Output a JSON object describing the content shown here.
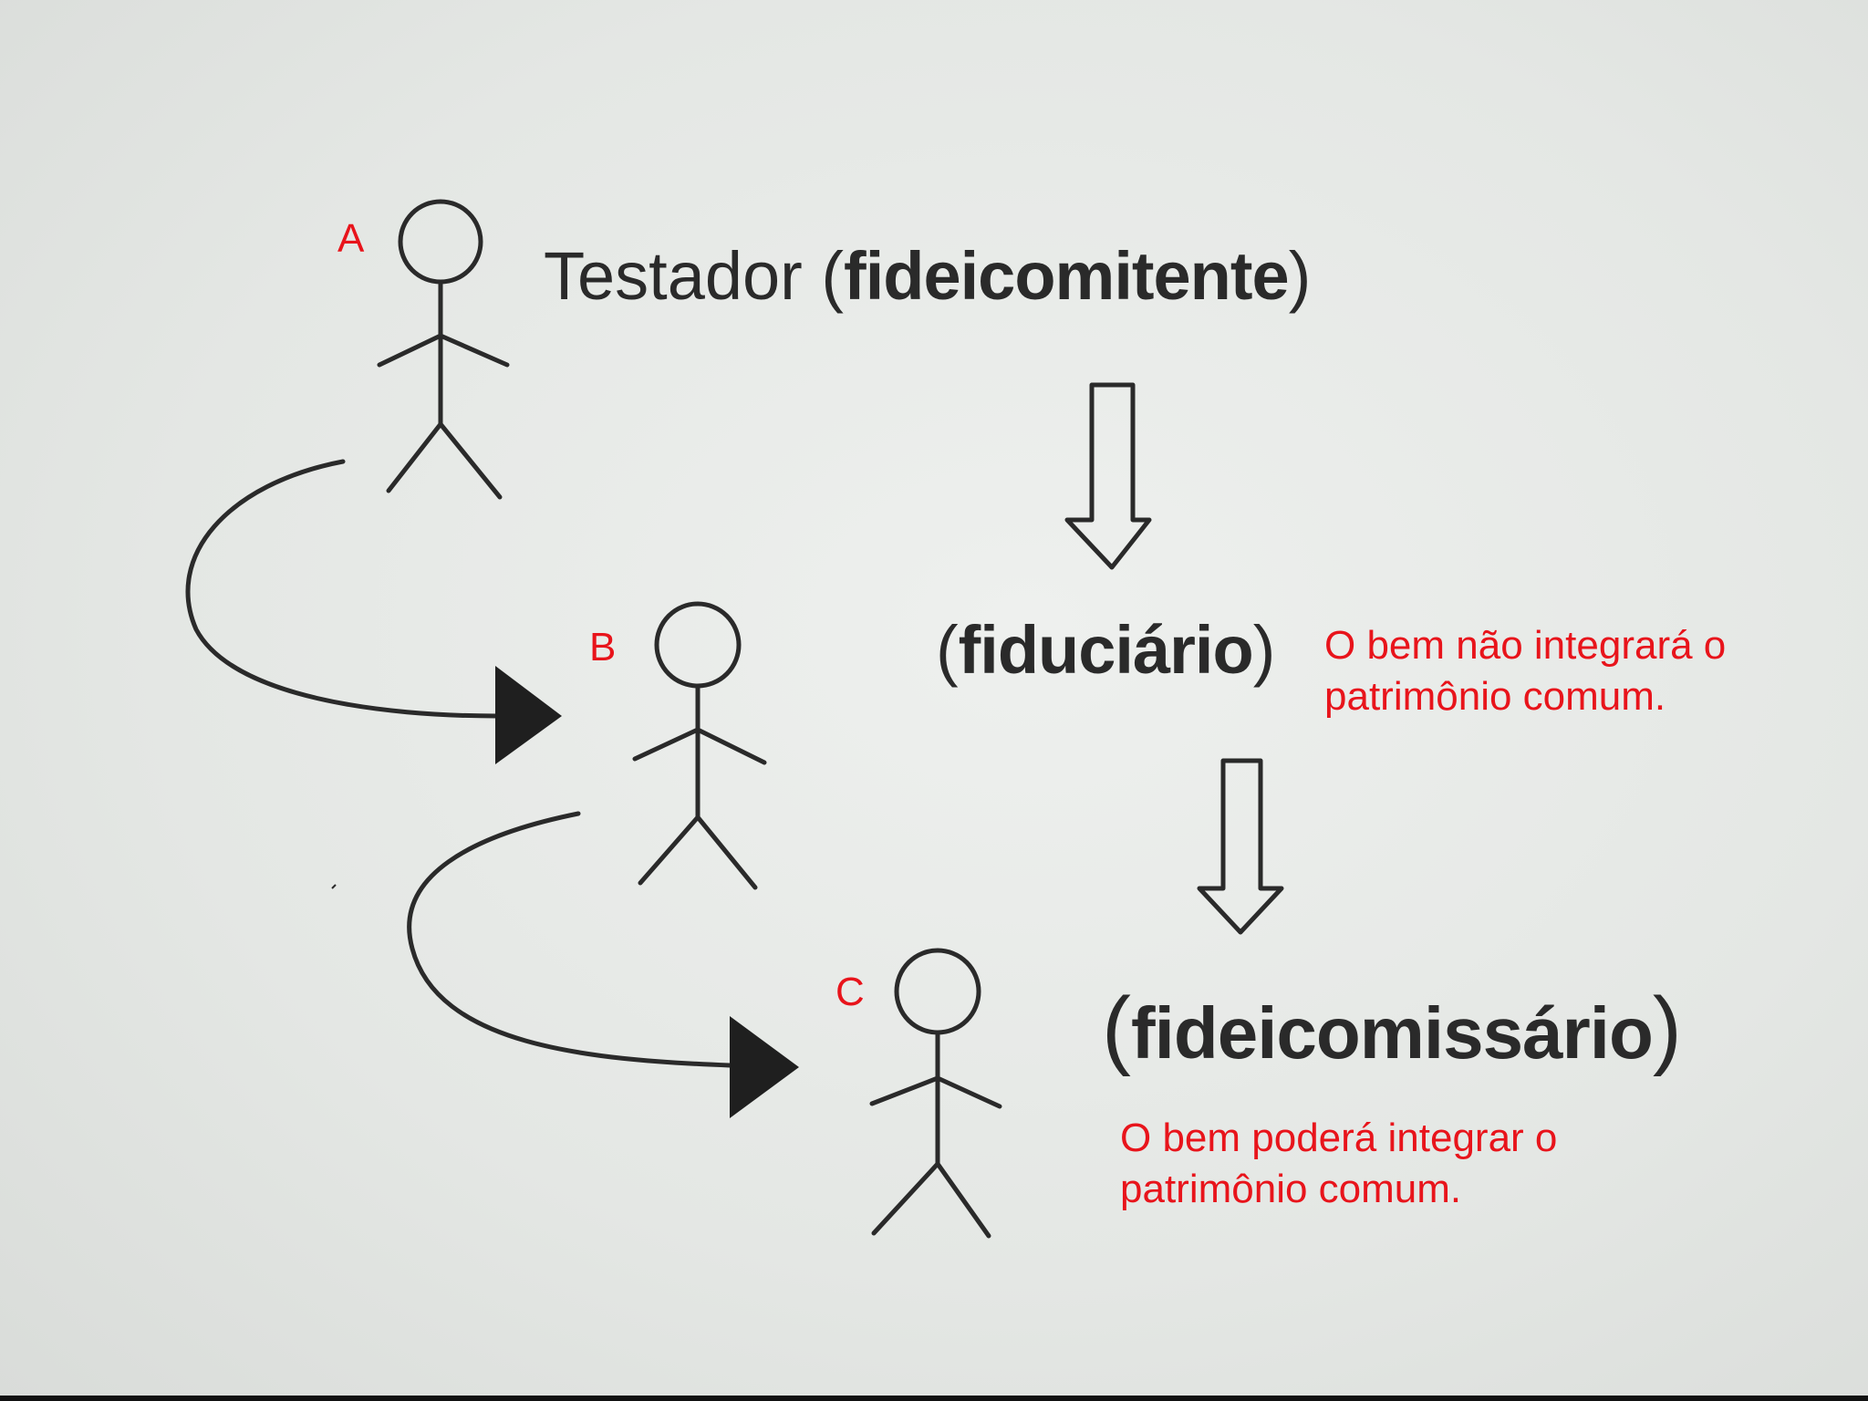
{
  "persons": [
    {
      "letter": "A"
    },
    {
      "letter": "B"
    },
    {
      "letter": "C"
    }
  ],
  "roles": {
    "testador_prefix": "Testador",
    "fideicomitente": "fideicomitente",
    "fiduciario": "fiduciário",
    "fideicomissario": "fideicomissário"
  },
  "notes": {
    "fiduciario_line1": "O bem não integrará o",
    "fiduciario_line2": "patrimônio comum.",
    "fideicomissario_line1": "O bem poderá integrar o",
    "fideicomissario_line2": "patrimônio comum."
  },
  "colors": {
    "ink": "#2a2a2a",
    "annotation": "#e8141b"
  }
}
